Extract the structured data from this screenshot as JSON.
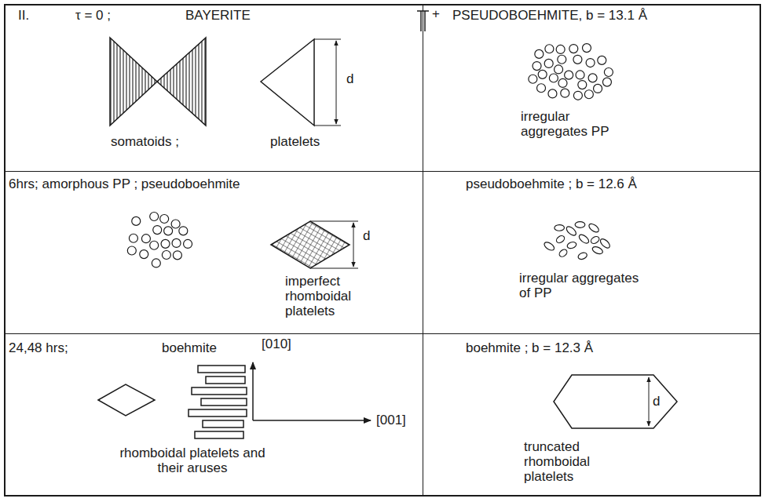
{
  "diagram": {
    "nodes": [
      {
        "text": [
          "II.",
          "τ = 0 ;",
          "BAYERITE",
          "somatoids ;",
          "platelets",
          "d"
        ]
      },
      {
        "text": [
          "PSEUDOBOEHMITE, b = 13.1 Å",
          "irregular aggregates PP"
        ]
      },
      {
        "text": [
          "6hrs; amorphous PP ; pseudoboehmite",
          "imperfect rhomboidal platelets",
          "d"
        ]
      },
      {
        "text": [
          "pseudoboehmite ; b = 12.6 Å",
          "irregular aggregates of PP"
        ]
      },
      {
        "text": [
          "24,48 hrs;",
          "boehmite",
          "[010]",
          "[001]",
          "rhomboidal platelets and their aruses"
        ]
      },
      {
        "text": [
          "boehmite ; b = 12.3 Å",
          "d",
          "truncated rhomboidal platelets"
        ]
      }
    ],
    "labels": [
      "+"
    ]
  }
}
